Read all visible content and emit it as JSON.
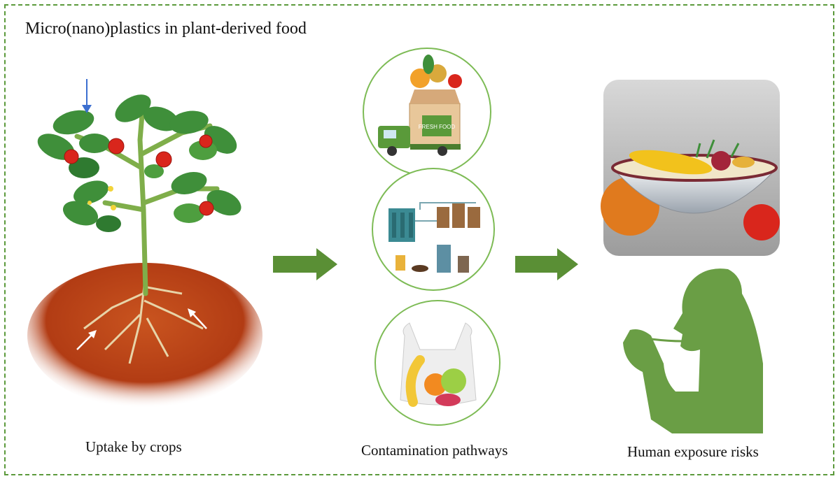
{
  "title": "Micro(nano)plastics in plant-derived food",
  "stages": [
    {
      "label": "Uptake by crops"
    },
    {
      "label": "Contamination pathways"
    },
    {
      "label": "Human exposure risks"
    }
  ],
  "packaging": {
    "bag_text": "FRESH FOOD"
  },
  "colors": {
    "frame": "#5c9a3c",
    "arrow": "#5a8f35",
    "circle": "#7dbb55",
    "soil": "#b9441a",
    "leaf": "#3f8f3a",
    "tomato": "#d9261c",
    "silhouette": "#6a9e45"
  }
}
